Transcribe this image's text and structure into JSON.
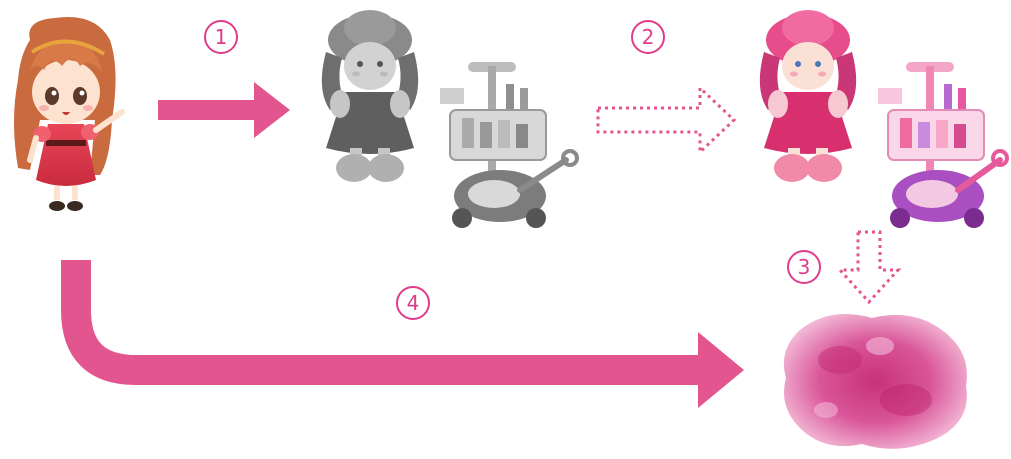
{
  "steps": [
    {
      "label": "1",
      "style": "solid"
    },
    {
      "label": "2",
      "style": "dotted"
    },
    {
      "label": "3",
      "style": "dotted"
    },
    {
      "label": "4",
      "style": "solid"
    }
  ],
  "colors": {
    "arrow": "#e3558f",
    "label": "#e03c8a",
    "stain": "#d4478a"
  },
  "icons": [
    "anime-girl-icon",
    "grayscale-doll-icon",
    "grayscale-cleaning-cart-icon",
    "pink-doll-icon",
    "pink-cleaning-cart-icon",
    "pink-watercolor-stain-icon"
  ]
}
